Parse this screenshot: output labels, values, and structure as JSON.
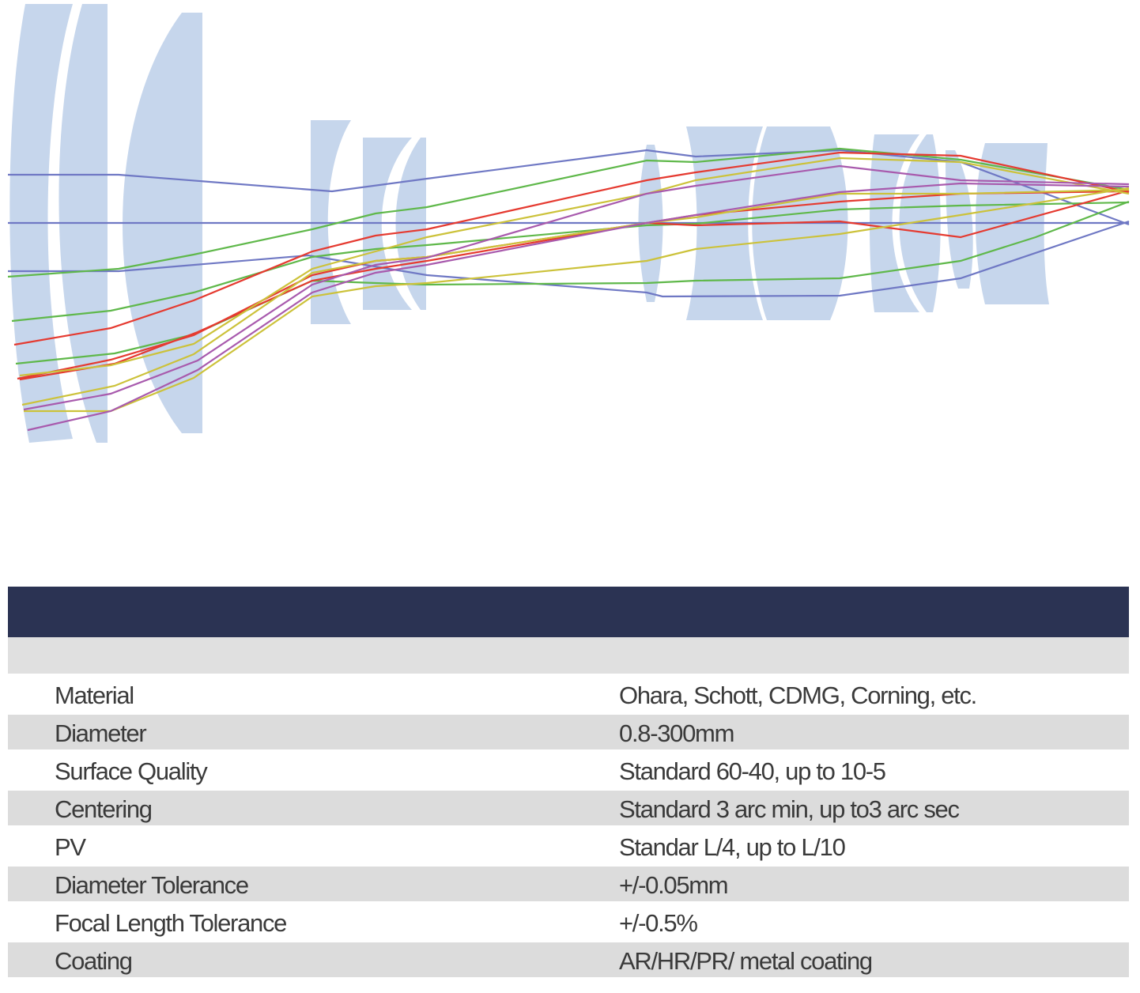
{
  "colors": {
    "lens": "#c6d6ec",
    "header": "#2b3353",
    "subheader": "#e0e0e0",
    "row_shade": "#dcdcdc",
    "text": "#3a3a3a",
    "rays": [
      "blue",
      "green",
      "red",
      "yellow",
      "purple"
    ]
  },
  "specs": [
    {
      "label": "Material",
      "value": "Ohara, Schott, CDMG, Corning, etc."
    },
    {
      "label": "Diameter",
      "value": "0.8-300mm"
    },
    {
      "label": "Surface Quality",
      "value": "Standard 60-40,  up to 10-5"
    },
    {
      "label": "Centering",
      "value": "Standard 3 arc min, up to3 arc sec"
    },
    {
      "label": "PV",
      "value": "Standar L/4, up to L/10"
    },
    {
      "label": "Diameter Tolerance",
      "value": "+/-0.05mm"
    },
    {
      "label": "Focal Length Tolerance",
      "value": "+/-0.5%"
    },
    {
      "label": "Coating",
      "value": "AR/HR/PR/ metal coating"
    }
  ]
}
